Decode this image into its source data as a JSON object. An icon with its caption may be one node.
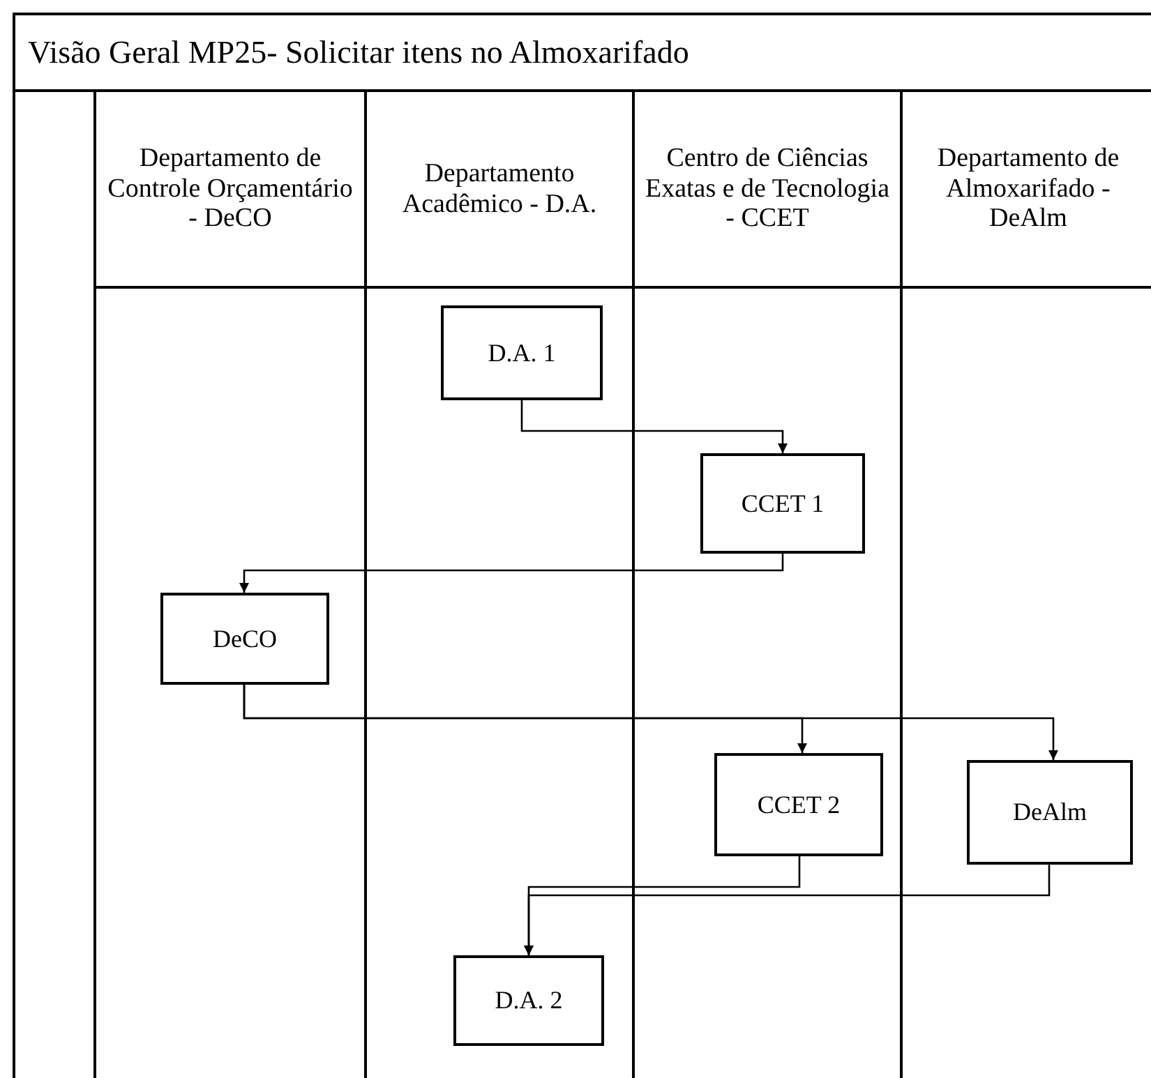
{
  "diagram": {
    "title": "Visão Geral MP25- Solicitar itens no Almoxarifado",
    "nodes": [
      {
        "text": [
          "Departamento de Controle Orçamentário - DeCO"
        ]
      },
      {
        "text": [
          "Departamento Acadêmico - D.A."
        ]
      },
      {
        "text": [
          "Centro de Ciências Exatas e de Tecnologia - CCET"
        ]
      },
      {
        "text": [
          "Departamento de Almoxarifado - DeAlm"
        ]
      },
      {
        "text": [
          "D.A. 1"
        ],
        "in": 1
      },
      {
        "text": [
          "CCET 1"
        ],
        "in": 2
      },
      {
        "text": [
          "DeCO"
        ],
        "in": 0
      },
      {
        "text": [
          "CCET 2"
        ],
        "in": 2
      },
      {
        "text": [
          "DeAlm"
        ],
        "in": 3
      },
      {
        "text": [
          "D.A. 2"
        ],
        "in": 1
      }
    ],
    "edges": [
      {
        "from": 4,
        "to": 5,
        "arrow": "to"
      },
      {
        "from": 5,
        "to": 6,
        "arrow": "to"
      },
      {
        "from": 6,
        "to": 7,
        "arrow": "to"
      },
      {
        "from": 6,
        "to": 8,
        "arrow": "to"
      },
      {
        "from": 7,
        "to": 9,
        "arrow": "to"
      },
      {
        "from": 8,
        "to": 9,
        "arrow": "to"
      }
    ]
  }
}
